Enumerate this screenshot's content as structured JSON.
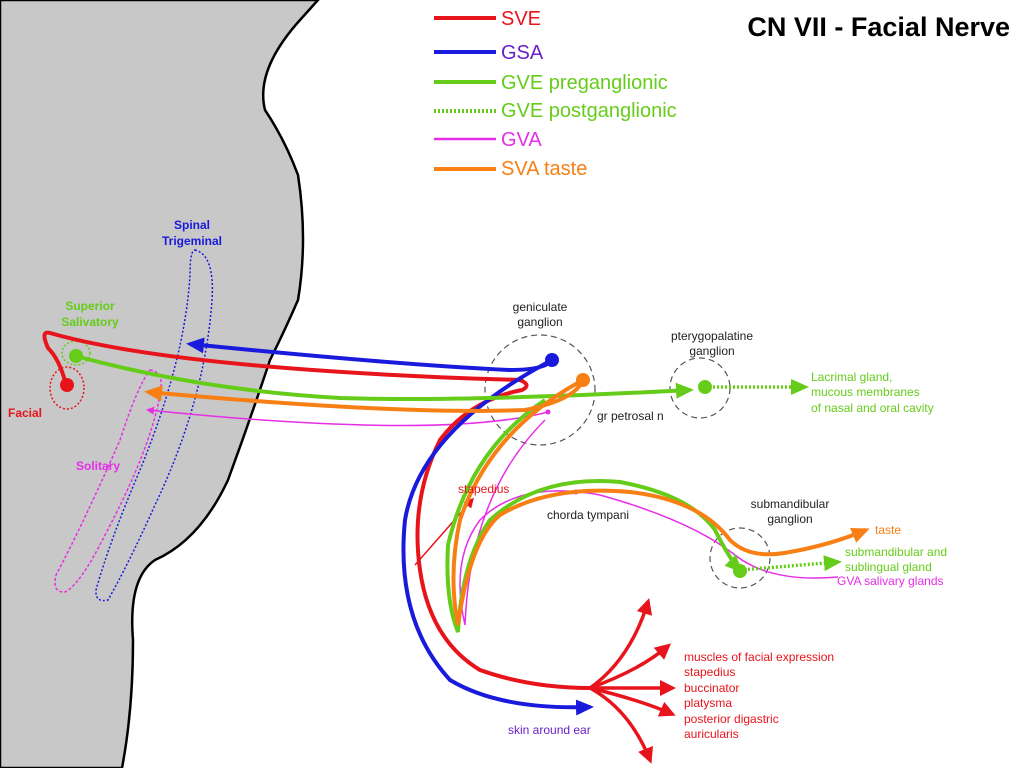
{
  "title": "CN VII - Facial Nerve",
  "colors": {
    "sve": "#e8141c",
    "gsa": "#1a1adc",
    "gve": "#66cc1a",
    "gva": "#e62ee6",
    "sva": "#f77f14",
    "brainstem": "#c8c8c8",
    "gsa_text": "#6a1fc8"
  },
  "legend": [
    {
      "key": "sve",
      "label": "SVE",
      "style": "solid"
    },
    {
      "key": "gsa",
      "label": "GSA",
      "style": "solid"
    },
    {
      "key": "gve_pre",
      "label": "GVE preganglionic",
      "style": "solid"
    },
    {
      "key": "gve_post",
      "label": "GVE postganglionic",
      "style": "dotted"
    },
    {
      "key": "gva",
      "label": "GVA",
      "style": "solid"
    },
    {
      "key": "sva",
      "label": "SVA taste",
      "style": "solid"
    }
  ],
  "nuclei": {
    "spinal_trigeminal": [
      "Spinal",
      "Trigeminal"
    ],
    "superior_salivatory": [
      "Superior",
      "Salivatory"
    ],
    "facial": "Facial",
    "solitary": "Solitary"
  },
  "ganglia": {
    "geniculate": [
      "geniculate",
      "ganglion"
    ],
    "pterygopalatine": [
      "pterygopalatine",
      "ganglion"
    ],
    "submandibular": [
      "submandibular",
      "ganglion"
    ]
  },
  "nerves": {
    "gr_petrosal": "gr petrosal n",
    "stapedius": "stapedius",
    "chorda_tympani": "chorda tympani"
  },
  "targets": {
    "lacrimal": [
      "Lacrimal gland,",
      "mucous membranes",
      "of nasal and oral cavity"
    ],
    "taste": "taste",
    "submandibular_sublingual": [
      "submandibular and",
      "sublingual gland"
    ],
    "gva_salivary": "GVA salivary glands",
    "skin_ear": "skin around ear",
    "muscles": [
      "muscles of facial expression",
      "stapedius",
      "buccinator",
      "platysma",
      "posterior digastric",
      "auricularis"
    ]
  }
}
